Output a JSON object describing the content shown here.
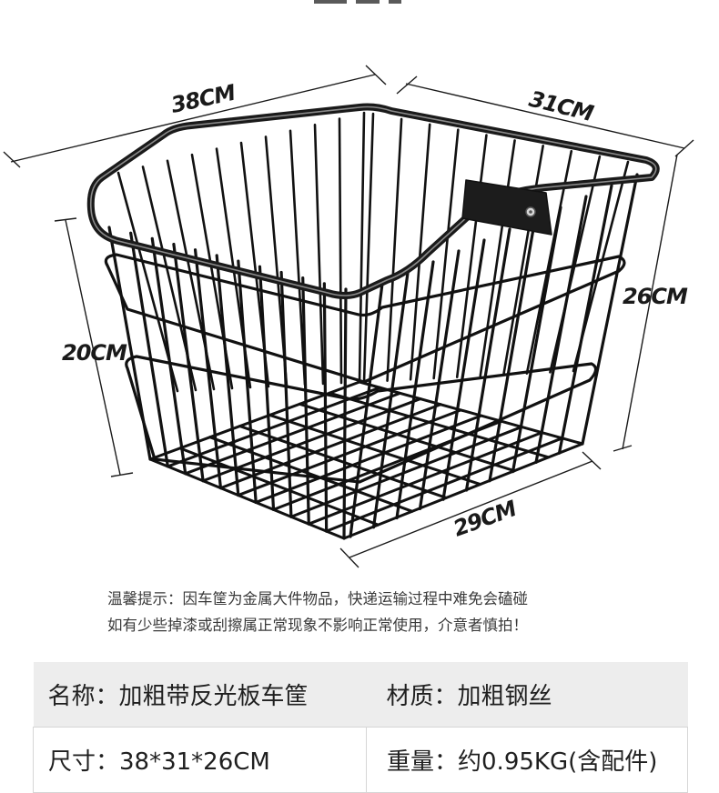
{
  "dimensions": {
    "top_width": "38CM",
    "top_depth": "31CM",
    "front_height": "20CM",
    "back_height": "26CM",
    "bottom_width": "29CM"
  },
  "notice": {
    "line1": "温馨提示：因车筐为金属大件物品，快递运输过程中难免会磕碰",
    "line2": "如有少些掉漆或刮擦属正常现象不影响正常使用，介意者慎拍！"
  },
  "specs": {
    "name_label": "名称：",
    "name_value": "加粗带反光板车筐",
    "material_label": "材质：",
    "material_value": "加粗钢丝",
    "size_label": "尺寸：",
    "size_value": "38*31*26CM",
    "weight_label": "重量：",
    "weight_value": "约0.95KG(含配件)"
  },
  "colors": {
    "wire": "#111111",
    "header_bg": "#ededed"
  }
}
